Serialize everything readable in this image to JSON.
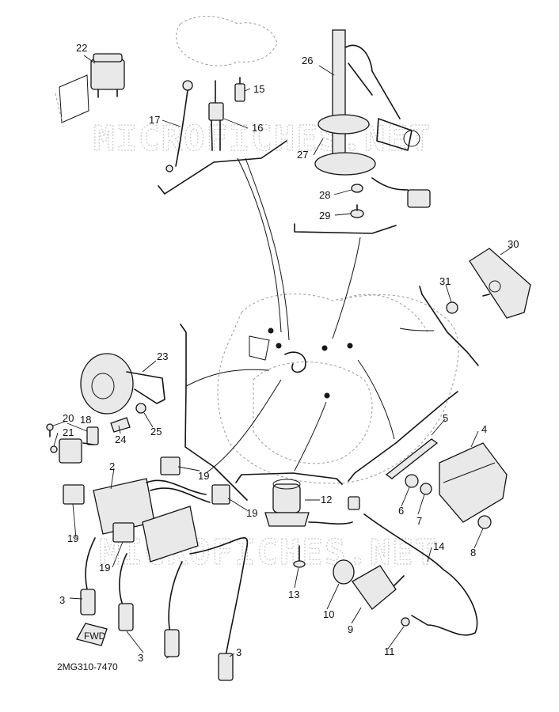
{
  "diagram": {
    "drawing_code": "2MG310-7470",
    "fwd_label": "FWD",
    "watermarks": [
      "MICROFICHES.NET",
      "MICROFICHES.NET"
    ],
    "callouts": [
      {
        "id": "c2",
        "label": "2"
      },
      {
        "id": "c3a",
        "label": "3"
      },
      {
        "id": "c3b",
        "label": "3"
      },
      {
        "id": "c3c",
        "label": "3"
      },
      {
        "id": "c4",
        "label": "4"
      },
      {
        "id": "c5",
        "label": "5"
      },
      {
        "id": "c6",
        "label": "6"
      },
      {
        "id": "c7",
        "label": "7"
      },
      {
        "id": "c8",
        "label": "8"
      },
      {
        "id": "c9",
        "label": "9"
      },
      {
        "id": "c10",
        "label": "10"
      },
      {
        "id": "c11",
        "label": "11"
      },
      {
        "id": "c12",
        "label": "12"
      },
      {
        "id": "c13",
        "label": "13"
      },
      {
        "id": "c14",
        "label": "14"
      },
      {
        "id": "c15",
        "label": "15"
      },
      {
        "id": "c16",
        "label": "16"
      },
      {
        "id": "c17",
        "label": "17"
      },
      {
        "id": "c18",
        "label": "18"
      },
      {
        "id": "c19a",
        "label": "19"
      },
      {
        "id": "c19b",
        "label": "19"
      },
      {
        "id": "c19c",
        "label": "19"
      },
      {
        "id": "c19d",
        "label": "19"
      },
      {
        "id": "c20",
        "label": "20"
      },
      {
        "id": "c21",
        "label": "21"
      },
      {
        "id": "c22",
        "label": "22"
      },
      {
        "id": "c23",
        "label": "23"
      },
      {
        "id": "c24",
        "label": "24"
      },
      {
        "id": "c25",
        "label": "25"
      },
      {
        "id": "c26",
        "label": "26"
      },
      {
        "id": "c27",
        "label": "27"
      },
      {
        "id": "c28",
        "label": "28"
      },
      {
        "id": "c29",
        "label": "29"
      },
      {
        "id": "c30",
        "label": "30"
      },
      {
        "id": "c31",
        "label": "31"
      }
    ]
  }
}
